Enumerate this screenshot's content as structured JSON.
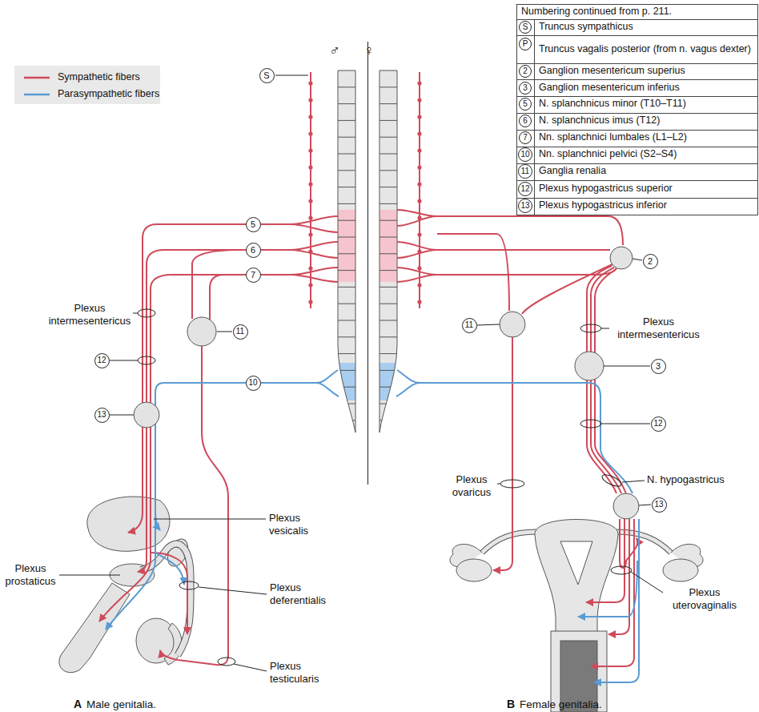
{
  "diagram": {
    "nodes": [
      {
        "text": [
          "S"
        ]
      },
      {
        "text": [
          "S"
        ]
      },
      {
        "text": [
          "P"
        ]
      },
      {
        "text": [
          "2"
        ]
      },
      {
        "text": [
          "3"
        ]
      },
      {
        "text": [
          "5"
        ]
      },
      {
        "text": [
          "6"
        ]
      },
      {
        "text": [
          "7"
        ]
      },
      {
        "text": [
          "10"
        ]
      },
      {
        "text": [
          "11"
        ]
      },
      {
        "text": [
          "12"
        ]
      },
      {
        "text": [
          "13"
        ]
      },
      {
        "text": [
          "5"
        ]
      },
      {
        "text": [
          "6"
        ]
      },
      {
        "text": [
          "7"
        ]
      },
      {
        "text": [
          "2"
        ]
      },
      {
        "text": [
          "11"
        ]
      },
      {
        "text": [
          "11"
        ]
      },
      {
        "text": [
          "3"
        ]
      },
      {
        "text": [
          "10"
        ]
      },
      {
        "text": [
          "12"
        ]
      },
      {
        "text": [
          "13"
        ]
      },
      {
        "text": [
          "12"
        ]
      },
      {
        "text": [
          "13"
        ]
      }
    ],
    "labels": [
      "♂",
      "♀",
      "Numbering continued from p. 211.",
      "Truncus sympathicus",
      "Truncus vagalis posterior (from n. vagus dexter)",
      "Ganglion mesentericum superius",
      "Ganglion mesentericum inferius",
      "N. splanchnicus minor (T10–T11)",
      "N. splanchnicus imus (T12)",
      "Nn. splanchnici lumbales (L1–L2)",
      "Nn. splanchnici pelvici (S2–S4)",
      "Ganglia renalia",
      "Plexus hypogastricus superior",
      "Plexus hypogastricus inferior",
      "Plexus intermesentericus",
      "Plexus intermesentericus",
      "Plexus vesicalis",
      "Plexus prostaticus",
      "Plexus deferentialis",
      "Plexus testicularis",
      "N. hypogastricus",
      "Plexus ovaricus",
      "Plexus uterovaginalis",
      "A",
      "Male genitalia.",
      "B",
      "Female genitalia."
    ],
    "legend": [
      {
        "text": "Sympathetic fibers"
      },
      {
        "text": "Parasympathetic fibers"
      }
    ]
  }
}
